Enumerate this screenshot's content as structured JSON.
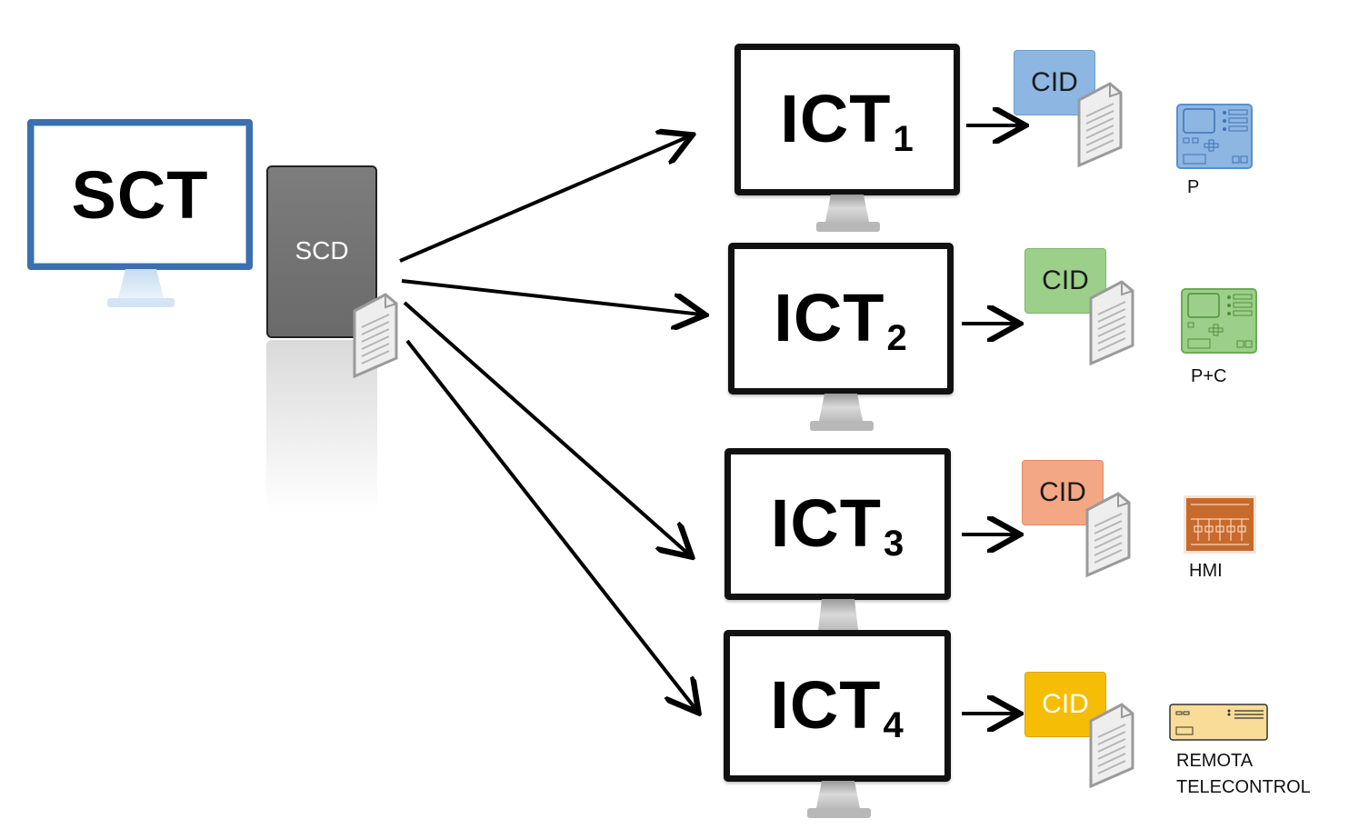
{
  "sct": {
    "label": "SCT"
  },
  "scd": {
    "label": "SCD"
  },
  "icts": [
    {
      "label": "ICT",
      "sub": "1"
    },
    {
      "label": "ICT",
      "sub": "2"
    },
    {
      "label": "ICT",
      "sub": "3"
    },
    {
      "label": "ICT",
      "sub": "4"
    }
  ],
  "cids": [
    {
      "label": "CID",
      "color": "#8db6e3"
    },
    {
      "label": "CID",
      "color": "#9ccf89"
    },
    {
      "label": "CID",
      "color": "#f4a784"
    },
    {
      "label": "CID",
      "color": "#f5bd06"
    }
  ],
  "devices": [
    {
      "label": "P",
      "icon": "protection-relay-icon"
    },
    {
      "label": "P+C",
      "icon": "protection-control-relay-icon"
    },
    {
      "label": "HMI",
      "icon": "hmi-panel-icon"
    },
    {
      "label_line1": "REMOTA",
      "label_line2": "TELECONTROL",
      "icon": "rtu-icon"
    }
  ]
}
